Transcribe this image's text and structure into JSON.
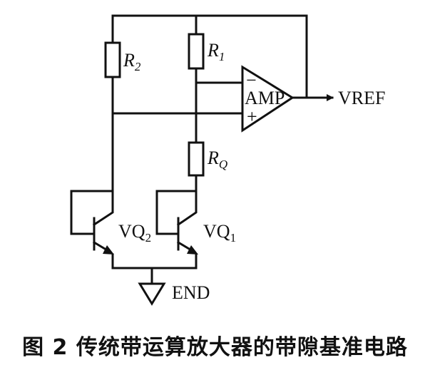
{
  "labels": {
    "r2": {
      "main": "R",
      "sub": "2"
    },
    "r1": {
      "main": "R",
      "sub": "1"
    },
    "rq": {
      "main": "R",
      "sub": "Q"
    },
    "vq2": {
      "main": "VQ",
      "sub": "2"
    },
    "vq1": {
      "main": "VQ",
      "sub": "1"
    },
    "amp": "AMP",
    "minus": "−",
    "plus": "+",
    "vref": "VREF",
    "gnd": "END"
  },
  "caption": "图 2  传统带运算放大器的带隙基准电路"
}
